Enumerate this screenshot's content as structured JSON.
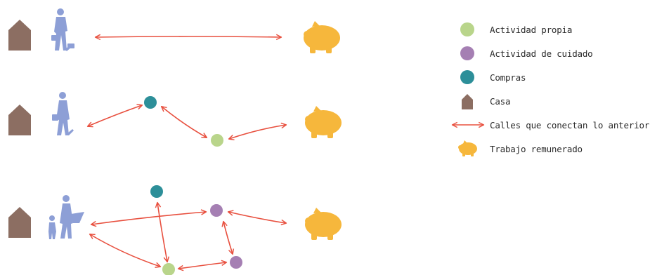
{
  "colors": {
    "own_activity": "#b9d58b",
    "care_activity": "#a57fb3",
    "shopping": "#2d8f99",
    "house": "#8c6e62",
    "street": "#e8503f",
    "paid_work": "#f6b73c",
    "person": "#8d9fd6"
  },
  "legend": [
    {
      "icon": "green-dot-icon",
      "label": "Actividad propia"
    },
    {
      "icon": "purple-dot-icon",
      "label": "Actividad de cuidado"
    },
    {
      "icon": "teal-dot-icon",
      "label": "Compras"
    },
    {
      "icon": "house-icon",
      "label": "Casa"
    },
    {
      "icon": "double-arrow-icon",
      "label": "Calles que conectan lo anterior"
    },
    {
      "icon": "piggy-bank-icon",
      "label": "Trabajo remunerado"
    }
  ],
  "scenarios": [
    {
      "person": "man-with-briefcase",
      "stops": []
    },
    {
      "person": "woman-with-briefcase",
      "stops": [
        "Compras",
        "Actividad propia"
      ]
    },
    {
      "person": "woman-with-child-and-basket",
      "stops": [
        "Compras",
        "Actividad de cuidado",
        "Actividad de cuidado",
        "Actividad propia"
      ]
    }
  ]
}
